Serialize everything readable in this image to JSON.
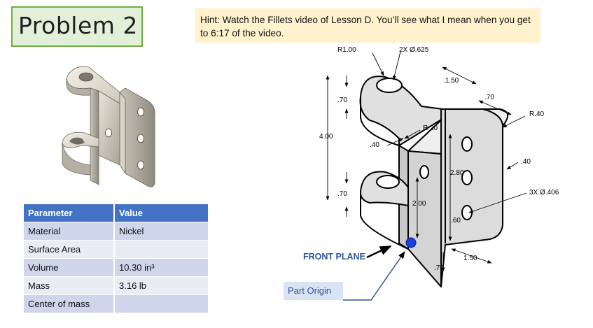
{
  "title": "Problem 2",
  "hint": "Hint: Watch the Fillets video of Lesson D. You’ll see what I mean when you get to 6:17 of the video.",
  "table": {
    "headers": [
      "Parameter",
      "Value"
    ],
    "rows": [
      {
        "param": "Material",
        "value": "Nickel"
      },
      {
        "param": "Surface Area",
        "value": ""
      },
      {
        "param": "Volume",
        "value": "10.30 in³"
      },
      {
        "param": "Mass",
        "value": "3.16 lb"
      },
      {
        "param": "Center of mass",
        "value": ""
      }
    ]
  },
  "drawing": {
    "dims": {
      "r100": "R1.00",
      "holes2": "2X Ø.625",
      "d150_top": ".1.50",
      "d70_top_right": ".70",
      "r40": "R.40",
      "d70_top_left": ".70",
      "d400": "4.00",
      "r20": "R.20",
      "d40_left": ".40",
      "d40_right": ".40",
      "d280": "2.80",
      "holes3": "3X Ø.406",
      "d70_bottom_left": ".70",
      "d200": "2.00",
      "d60": ".60",
      "d150_bottom": "1.50",
      "d70_bottom": ".70"
    },
    "front_plane_label": "FRONT PLANE",
    "origin_label": "Part Origin"
  },
  "colors": {
    "title_fill": "#e2f0d9",
    "title_border": "#70ad47",
    "hint_fill": "#fff2cc",
    "table_header": "#4472c4",
    "table_odd": "#cfd5ea",
    "table_even": "#e9ebf5",
    "origin_dot": "#1f3fd6",
    "label_blue": "#2f5597"
  }
}
